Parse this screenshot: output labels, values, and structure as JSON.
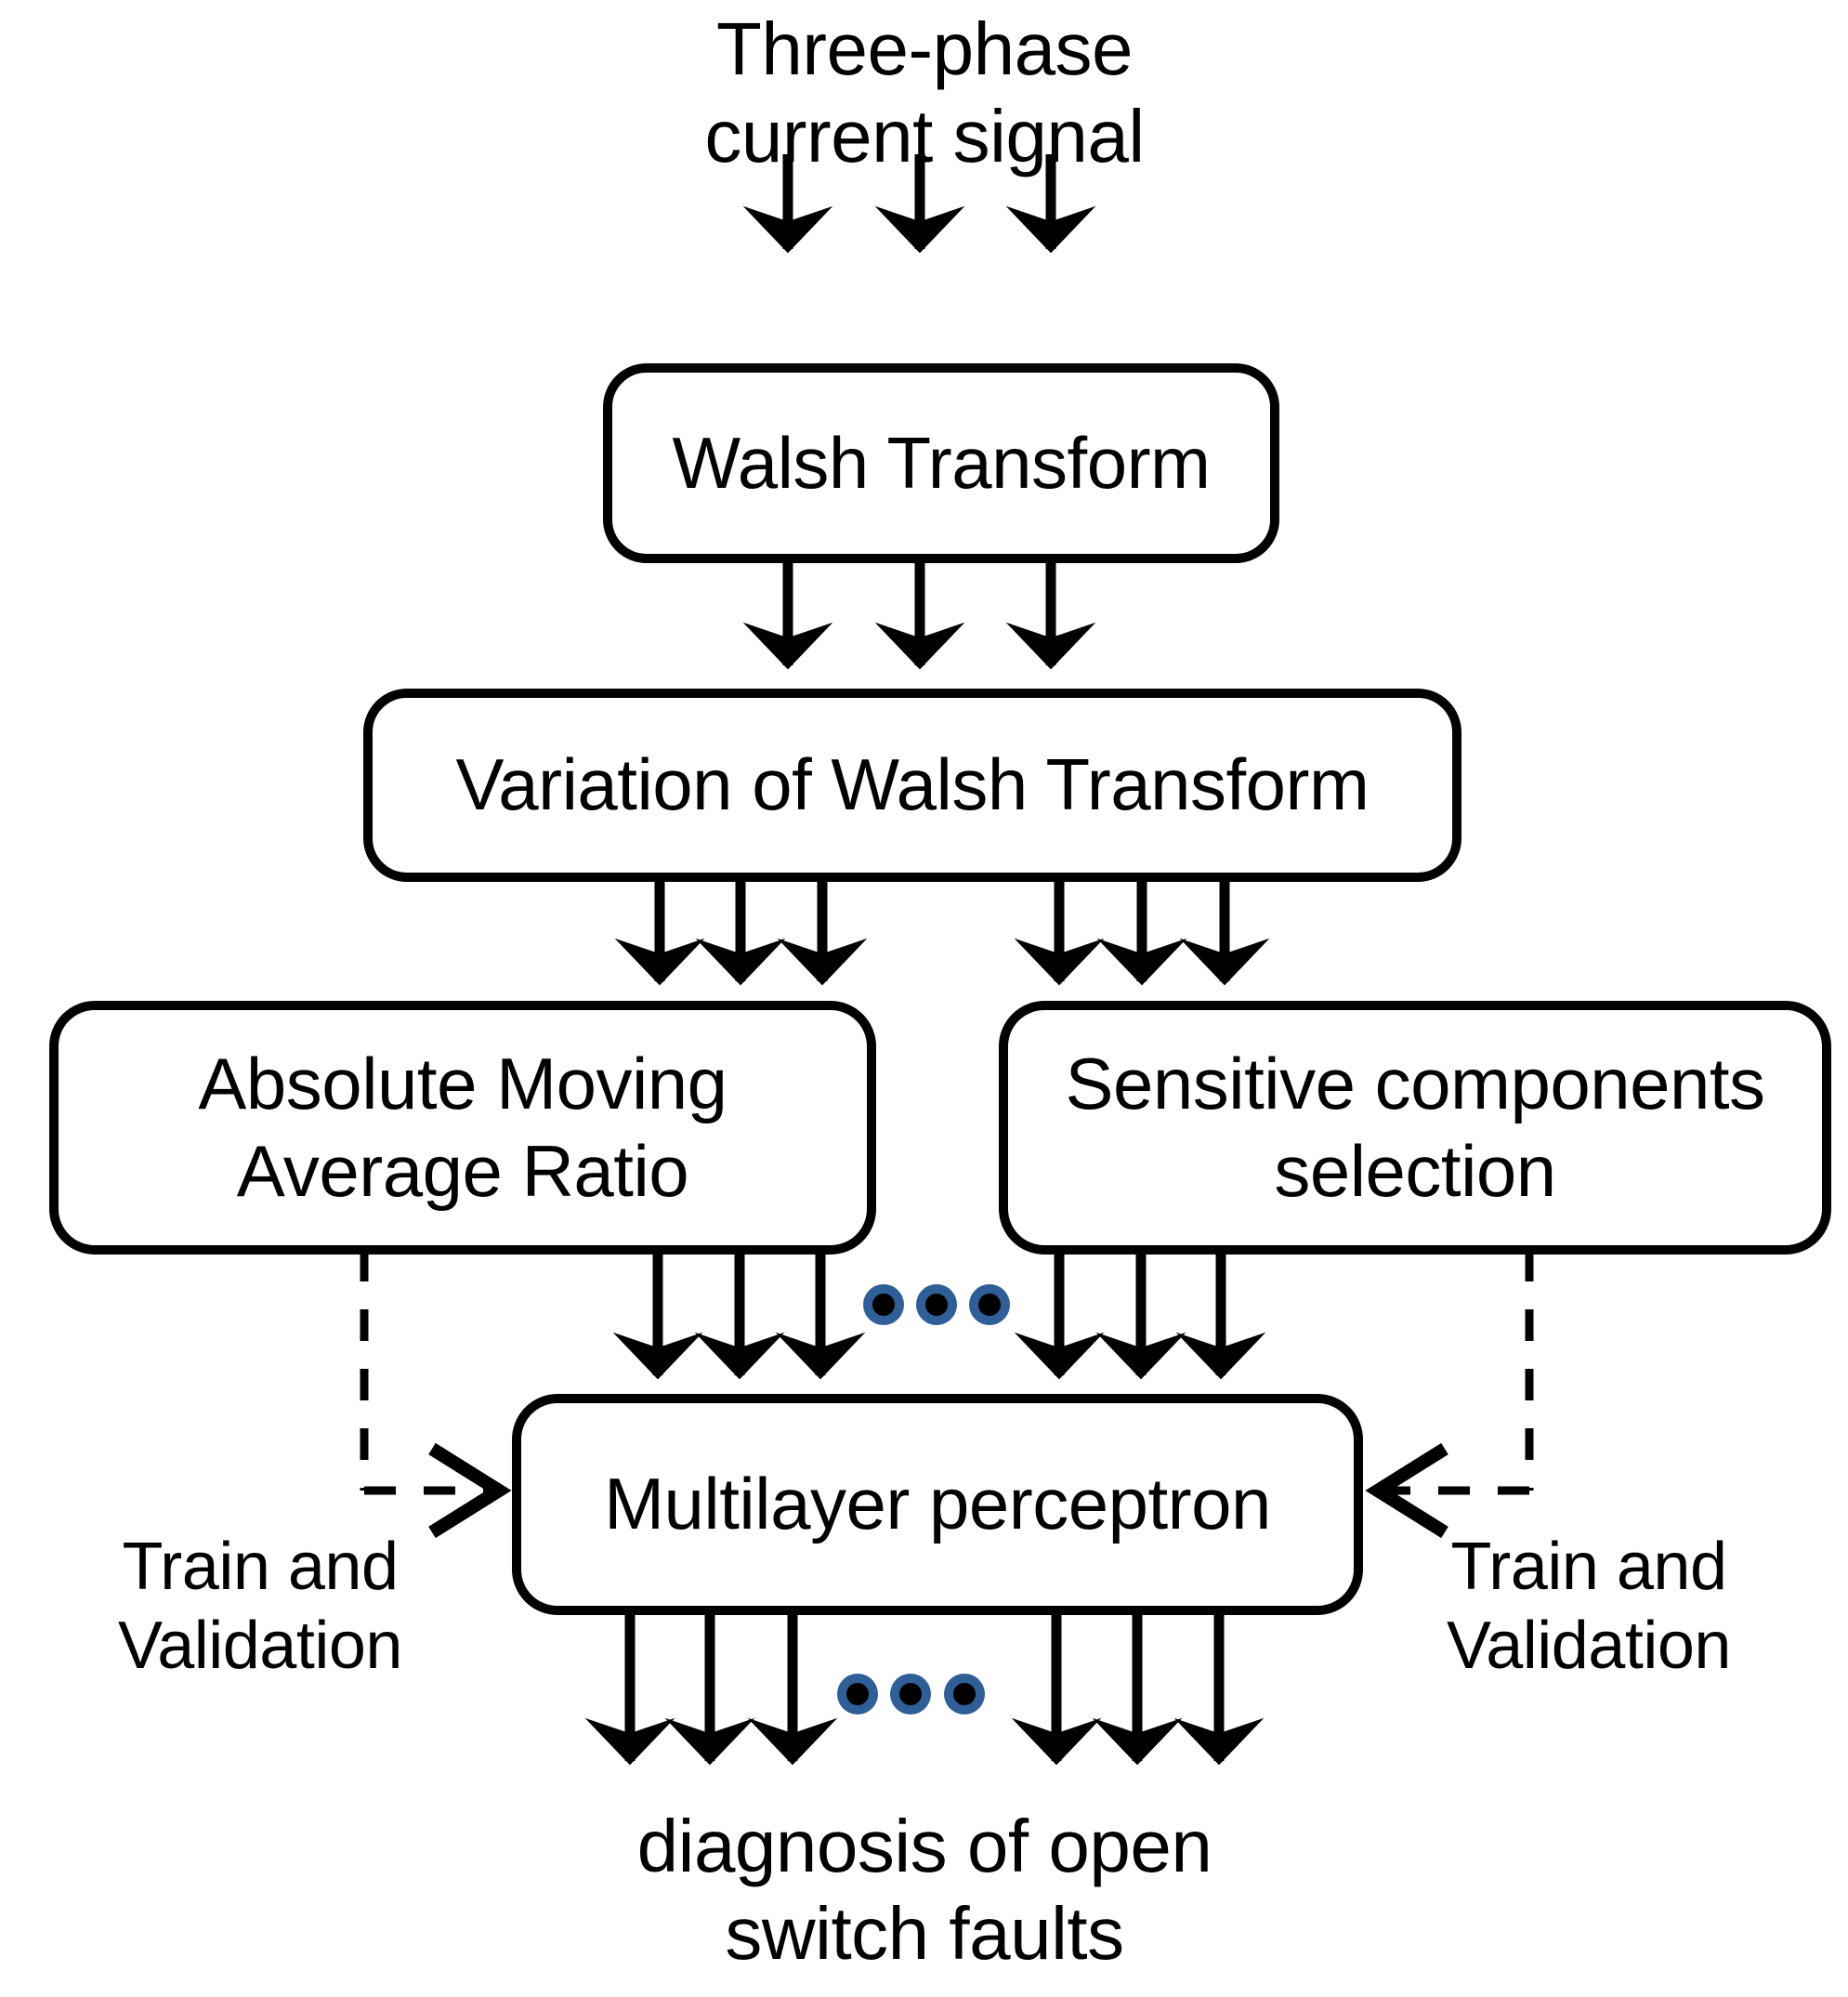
{
  "diagram": {
    "title": "Open switch fault diagnosis flowchart",
    "colors": {
      "stroke": "#000000",
      "box_fill": "#ffffff",
      "dot_ring": "#2f5f96",
      "dot_core": "#000000",
      "background": "#ffffff"
    },
    "input_label": "Three-phase\ncurrent signal",
    "output_label": "diagnosis of open\nswitch faults",
    "boxes": [
      {
        "id": "walsh-transform",
        "label": "Walsh Transform"
      },
      {
        "id": "variation-walsh-transform",
        "label": "Variation of Walsh Transform"
      },
      {
        "id": "absolute-moving-average-ratio",
        "label": "Absolute Moving\nAverage Ratio"
      },
      {
        "id": "sensitive-components-selection",
        "label": "Sensitive components\nselection"
      },
      {
        "id": "multilayer-perceptron",
        "label": "Multilayer perceptron"
      }
    ],
    "annotations": [
      {
        "id": "train-validation-left",
        "label": "Train and\nValidation"
      },
      {
        "id": "train-validation-right",
        "label": "Train and\nValidation"
      }
    ],
    "ellipsis": {
      "glyph": "●●●",
      "count": 3,
      "meaning": "continues"
    },
    "edges": [
      {
        "from": "three-phase-current-signal",
        "to": "walsh-transform",
        "style": "solid",
        "lanes": 3
      },
      {
        "from": "walsh-transform",
        "to": "variation-walsh-transform",
        "style": "solid",
        "lanes": 3
      },
      {
        "from": "variation-walsh-transform",
        "to": "absolute-moving-average-ratio",
        "style": "solid",
        "lanes": 3
      },
      {
        "from": "variation-walsh-transform",
        "to": "sensitive-components-selection",
        "style": "solid",
        "lanes": 3
      },
      {
        "from": "absolute-moving-average-ratio",
        "to": "multilayer-perceptron",
        "style": "solid",
        "lanes": 3
      },
      {
        "from": "sensitive-components-selection",
        "to": "multilayer-perceptron",
        "style": "solid",
        "lanes": 3
      },
      {
        "from": "absolute-moving-average-ratio",
        "to": "multilayer-perceptron",
        "style": "dashed",
        "label": "Train and Validation"
      },
      {
        "from": "sensitive-components-selection",
        "to": "multilayer-perceptron",
        "style": "dashed",
        "label": "Train and Validation"
      },
      {
        "from": "multilayer-perceptron",
        "to": "diagnosis-of-open-switch-faults",
        "style": "solid",
        "lanes": 6
      }
    ]
  }
}
